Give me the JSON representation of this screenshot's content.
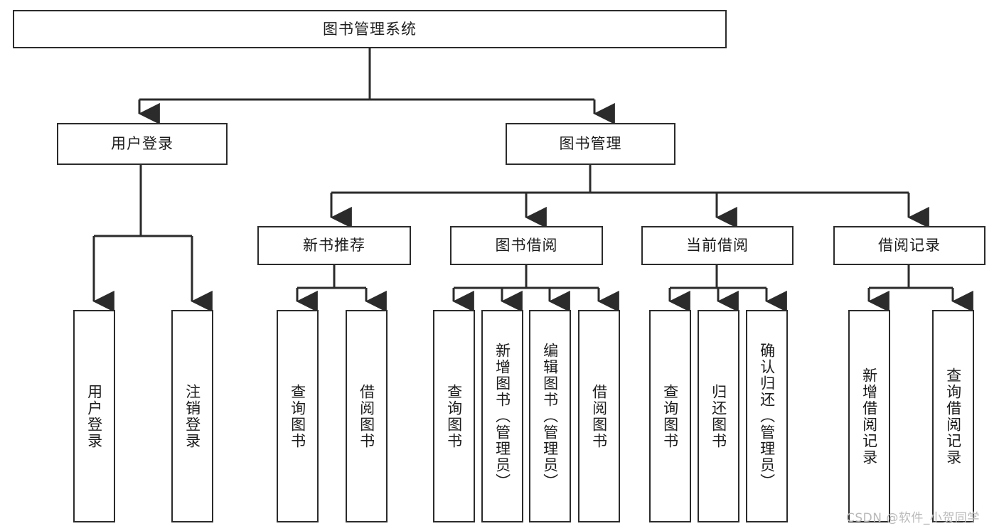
{
  "diagram": {
    "title": "图书管理系统",
    "watermark": "CSDN @软件_小贺同学",
    "line_color": "#2b2b2b",
    "box_fill": "#ffffff",
    "text_color": "#1c1c1c",
    "watermark_color": "#b9b9b9"
  },
  "nodes": {
    "root": {
      "label": "图书管理系统"
    },
    "level2": [
      {
        "id": "user-login",
        "label": "用户登录"
      },
      {
        "id": "book-manage",
        "label": "图书管理"
      }
    ],
    "level3": [
      {
        "id": "new-book-recommend",
        "label": "新书推荐"
      },
      {
        "id": "book-borrow",
        "label": "图书借阅"
      },
      {
        "id": "current-borrow",
        "label": "当前借阅"
      },
      {
        "id": "borrow-record",
        "label": "借阅记录"
      }
    ],
    "leaves": {
      "user_login": [
        {
          "id": "leaf-user-login",
          "label": "用户登录"
        },
        {
          "id": "leaf-logout-login",
          "label": "注销登录"
        }
      ],
      "new_book_recommend": [
        {
          "id": "leaf-query-book-1",
          "label": "查询图书"
        },
        {
          "id": "leaf-borrow-book-1",
          "label": "借阅图书"
        }
      ],
      "book_borrow": [
        {
          "id": "leaf-query-book-2",
          "label": "查询图书"
        },
        {
          "id": "leaf-add-book-admin",
          "label": "新增图书（管理员）"
        },
        {
          "id": "leaf-edit-book-admin",
          "label": "编辑图书（管理员）"
        },
        {
          "id": "leaf-borrow-book-2",
          "label": "借阅图书"
        }
      ],
      "current_borrow": [
        {
          "id": "leaf-query-book-3",
          "label": "查询图书"
        },
        {
          "id": "leaf-return-book",
          "label": "归还图书"
        },
        {
          "id": "leaf-confirm-return-admin",
          "label": "确认归还（管理员）"
        }
      ],
      "borrow_record": [
        {
          "id": "leaf-add-borrow-record",
          "label": "新增借阅记录"
        },
        {
          "id": "leaf-query-borrow-record",
          "label": "查询借阅记录"
        }
      ]
    }
  }
}
